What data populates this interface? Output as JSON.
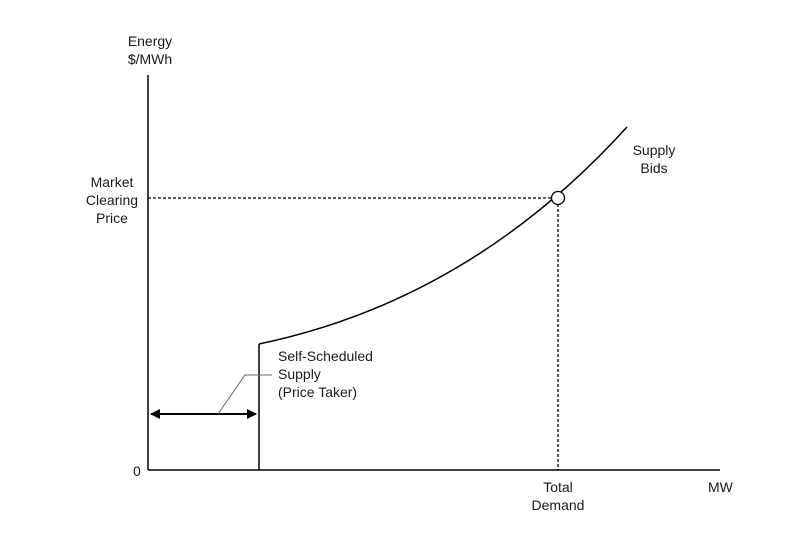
{
  "y_axis_label": [
    "Energy",
    "$/MWh"
  ],
  "x_axis_label": "MW",
  "origin_label": "0",
  "price_label": [
    "Market",
    "Clearing",
    "Price"
  ],
  "demand_label": [
    "Total",
    "Demand"
  ],
  "curve_label": [
    "Supply",
    "Bids"
  ],
  "self_scheduled_label": [
    "Self-Scheduled",
    "Supply",
    "(Price Taker)"
  ]
}
